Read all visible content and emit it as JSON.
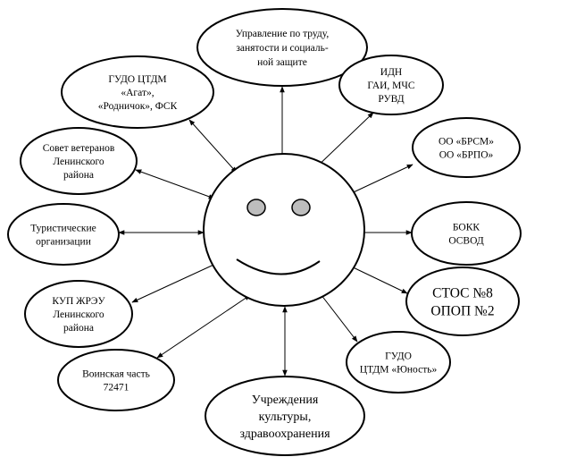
{
  "center": {
    "face": "smiley"
  },
  "nodes": [
    {
      "id": "labor",
      "lines": [
        "Управление по труду,",
        "занятости и социаль-",
        "ной защите"
      ]
    },
    {
      "id": "idn",
      "lines": [
        "ИДН",
        "ГАИ, МЧС",
        "РУВД"
      ]
    },
    {
      "id": "brsm",
      "lines": [
        "ОО «БРСМ»",
        "ОО «БРПО»"
      ]
    },
    {
      "id": "bokk",
      "lines": [
        "БОКК",
        "ОСВОД"
      ]
    },
    {
      "id": "stos",
      "lines": [
        "СТОС №8",
        "ОПОП №2"
      ]
    },
    {
      "id": "gudo-yunost",
      "lines": [
        "ГУДО",
        "ЦТДМ «Юность»"
      ]
    },
    {
      "id": "culture",
      "lines": [
        "Учреждения",
        "культуры,",
        "здравоохранения"
      ]
    },
    {
      "id": "military",
      "lines": [
        "Воинская часть",
        "72471"
      ]
    },
    {
      "id": "kup",
      "lines": [
        "КУП ЖРЭУ",
        "Ленинского",
        "района"
      ]
    },
    {
      "id": "tourist",
      "lines": [
        "Туристические",
        "организации"
      ]
    },
    {
      "id": "veterans",
      "lines": [
        "Совет ветеранов",
        "Ленинского",
        "района"
      ]
    },
    {
      "id": "gudo-agat",
      "lines": [
        "ГУДО ЦТДМ",
        "«Агат»,",
        "«Родничок», ФСК"
      ]
    }
  ]
}
